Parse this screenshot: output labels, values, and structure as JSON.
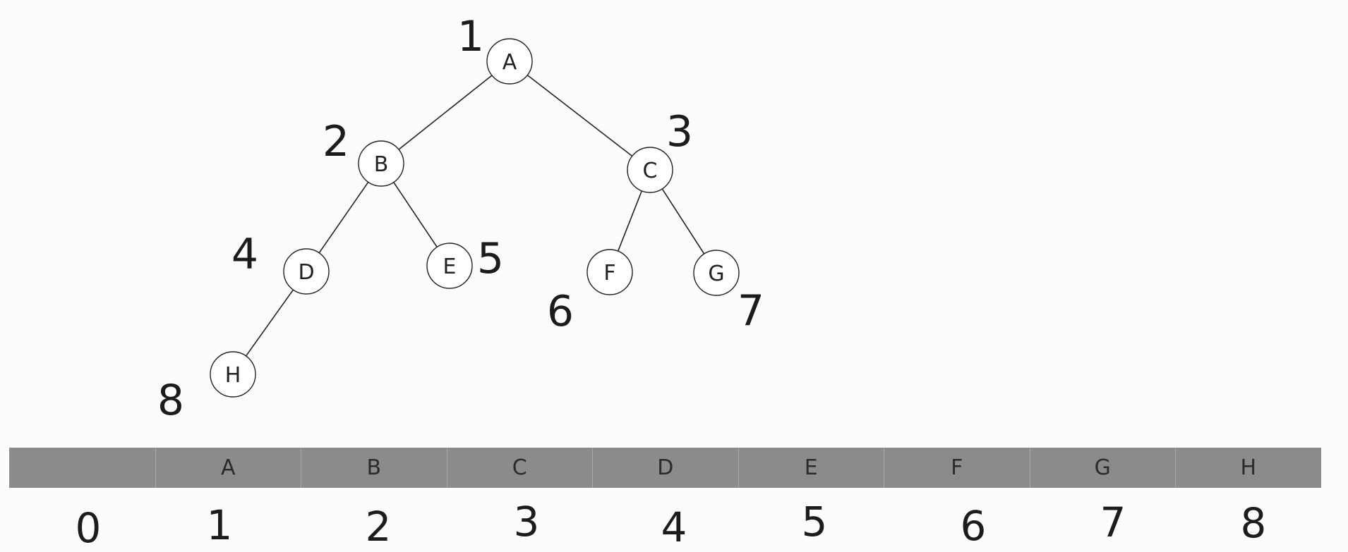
{
  "tree": {
    "nodes": [
      {
        "id": "A",
        "label": "A",
        "index": "1"
      },
      {
        "id": "B",
        "label": "B",
        "index": "2"
      },
      {
        "id": "C",
        "label": "C",
        "index": "3"
      },
      {
        "id": "D",
        "label": "D",
        "index": "4"
      },
      {
        "id": "E",
        "label": "E",
        "index": "5"
      },
      {
        "id": "F",
        "label": "F",
        "index": "6"
      },
      {
        "id": "G",
        "label": "G",
        "index": "7"
      },
      {
        "id": "H",
        "label": "H",
        "index": "8"
      }
    ],
    "edges": [
      [
        "A",
        "B"
      ],
      [
        "A",
        "C"
      ],
      [
        "B",
        "D"
      ],
      [
        "B",
        "E"
      ],
      [
        "C",
        "F"
      ],
      [
        "C",
        "G"
      ],
      [
        "D",
        "H"
      ]
    ]
  },
  "array": {
    "cells": [
      "",
      "A",
      "B",
      "C",
      "D",
      "E",
      "F",
      "G",
      "H"
    ],
    "indices": [
      "0",
      "1",
      "2",
      "3",
      "4",
      "5",
      "6",
      "7",
      "8"
    ]
  },
  "colors": {
    "strip": "#8b8b8b",
    "stroke": "#222222",
    "background": "#fcfcfc"
  }
}
